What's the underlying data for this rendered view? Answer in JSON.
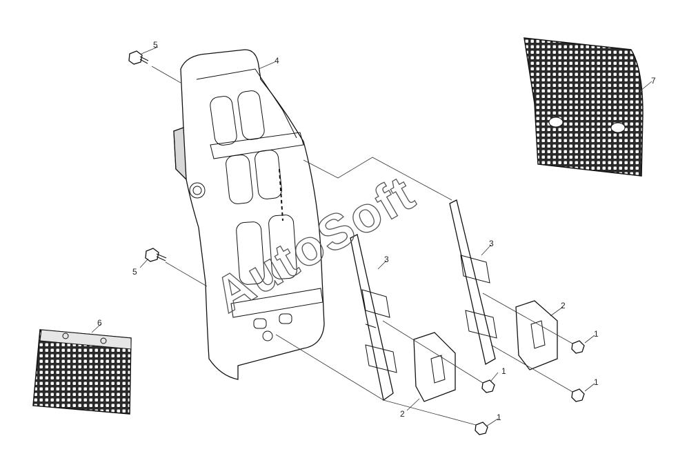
{
  "watermark": "AutoSoft",
  "callouts": {
    "c1a": "1",
    "c1b": "1",
    "c1c": "1",
    "c1d": "1",
    "c2a": "2",
    "c2b": "2",
    "c3a": "3",
    "c3b": "3",
    "c4": "4",
    "c5a": "5",
    "c5b": "5",
    "c6": "6",
    "c7": "7"
  },
  "colors": {
    "line": "#111111",
    "mesh": "#2a2a2a",
    "panel_fill": "#ffffff",
    "shade": "#d8d8d8"
  }
}
